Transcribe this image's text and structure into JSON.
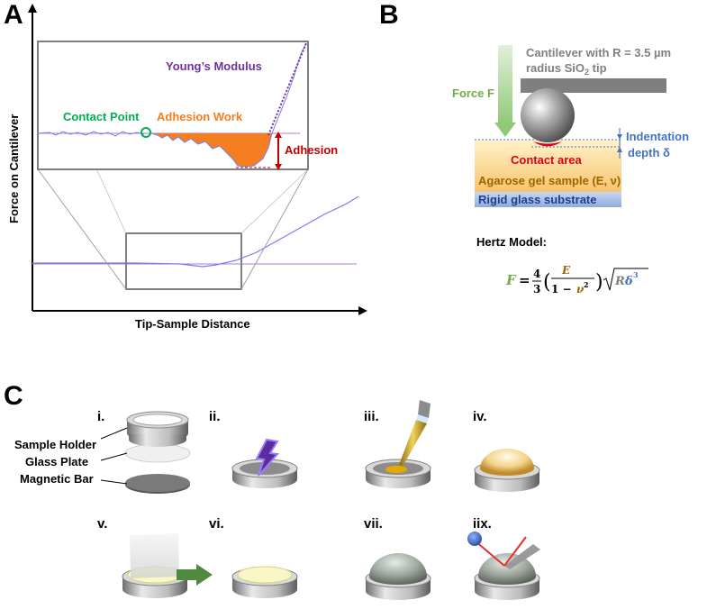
{
  "panels": {
    "a": "A",
    "b": "B",
    "c": "C"
  },
  "panel_a": {
    "y_axis_label": "Force on Cantilever",
    "x_axis_label": "Tip-Sample Distance",
    "youngs_modulus": "Young’s Modulus",
    "contact_point": "Contact Point",
    "adhesion_work": "Adhesion Work",
    "adhesion": "Adhesion"
  },
  "panel_b": {
    "cantilever_line1": "Cantilever with R = 3.5 µm",
    "cantilever_line2_pre": "radius SiO",
    "cantilever_line2_sub": "2",
    "cantilever_line2_post": " tip",
    "force": "Force F",
    "indentation_line1": "Indentation",
    "indentation_line2": "depth δ",
    "contact_area": "Contact area",
    "agarose": "Agarose gel sample (E, ν)",
    "glass": "Rigid glass substrate",
    "hertz_title": "Hertz Model:"
  },
  "panel_c": {
    "steps": [
      "i.",
      "ii.",
      "iii.",
      "iv.",
      "v.",
      "vi.",
      "vii.",
      "iix."
    ],
    "sample_holder": "Sample Holder",
    "glass_plate": "Glass Plate",
    "magnetic_bar": "Magnetic Bar"
  },
  "colors": {
    "purple": "#7030a0",
    "green": "#00b050",
    "orange": "#f47e20",
    "red": "#c00000",
    "blue": "#4472c4",
    "gray": "#808080",
    "agarose_text": "#9c6500"
  }
}
